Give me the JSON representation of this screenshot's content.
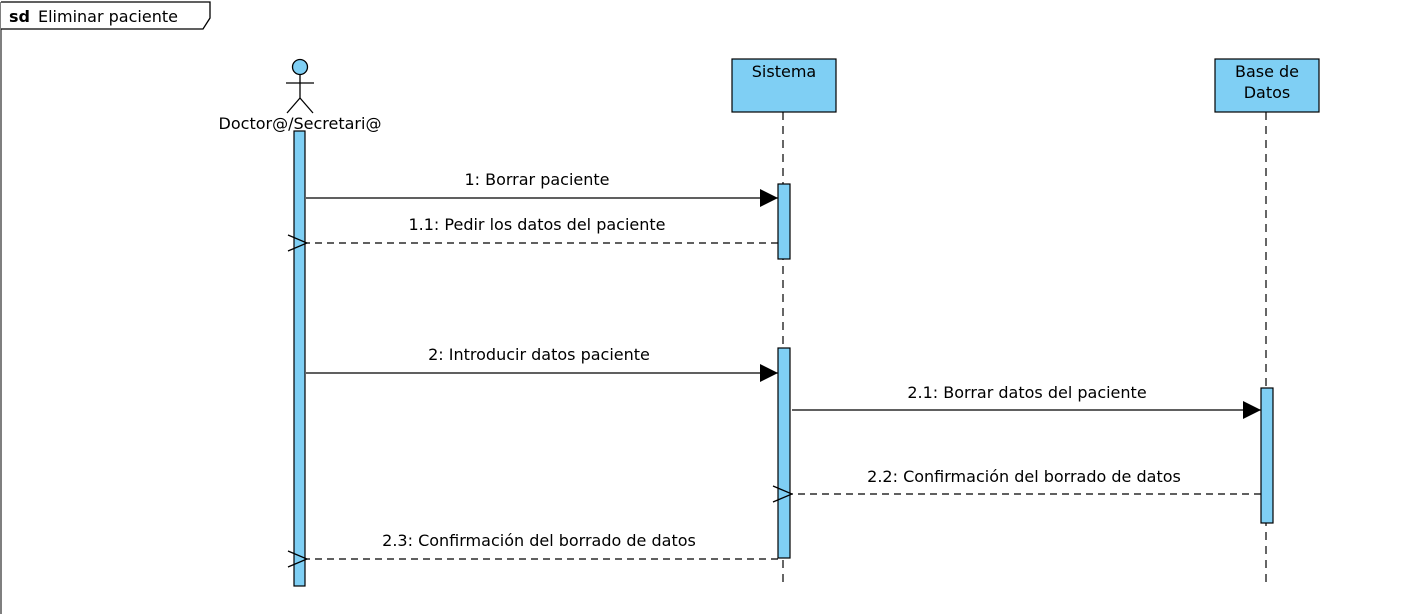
{
  "frame": {
    "keyword": "sd",
    "title": "Eliminar paciente"
  },
  "lifelines": {
    "actor": {
      "label": "Doctor@/Secretari@"
    },
    "sistema": {
      "label": "Sistema"
    },
    "base_datos": {
      "label_line1": "Base de",
      "label_line2": "Datos"
    }
  },
  "messages": [
    {
      "label": "1: Borrar paciente"
    },
    {
      "label": "1.1: Pedir los datos del paciente"
    },
    {
      "label": "2: Introducir datos paciente"
    },
    {
      "label": "2.1: Borrar datos del paciente"
    },
    {
      "label": "2.2: Confirmación del borrado de datos"
    },
    {
      "label": "2.3: Confirmación del borrado de datos"
    }
  ],
  "colors": {
    "fill": "#7fcff4",
    "stroke": "#000000"
  }
}
